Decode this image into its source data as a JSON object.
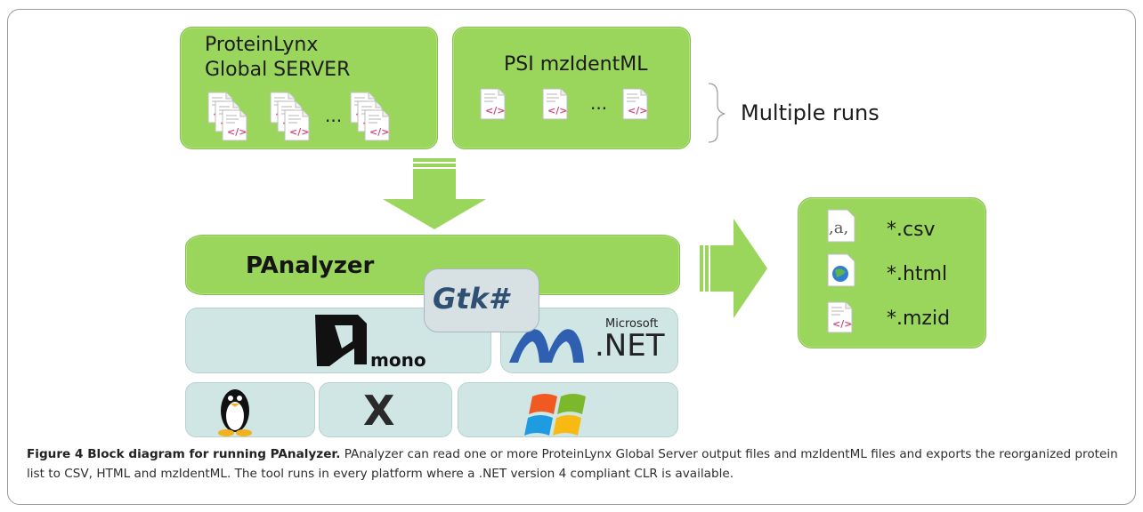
{
  "inputs": {
    "plgs_title_line1": "ProteinLynx",
    "plgs_title_line2": "Global SERVER",
    "psi_title": "PSI mzIdentML",
    "ellipsis": "...",
    "multiple_runs": "Multiple runs"
  },
  "core": {
    "panalyzer": "PAnalyzer",
    "gtk": "Gtk#",
    "mono": "mono",
    "dotnet_brand": "Microsoft",
    "dotnet": ".NET",
    "x_logo": "X"
  },
  "outputs": {
    "files": [
      {
        "icon": "csv-file-icon",
        "label": "*.csv"
      },
      {
        "icon": "html-file-icon",
        "label": "*.html"
      },
      {
        "icon": "xml-file-icon",
        "label": "*.mzid"
      }
    ]
  },
  "caption": {
    "title": "Figure 4 Block diagram for running PAnalyzer.",
    "body": "PAnalyzer can read one or more ProteinLynx Global Server output files and mzIdentML files and exports the reorganized protein list to CSV, HTML and mzIdentML. The tool runs in every platform where a .NET version 4 compliant CLR is available."
  },
  "colors": {
    "green_box": "#9bd65c",
    "teal_box": "#cfe6e4",
    "arrow_green": "#9bd65c"
  }
}
